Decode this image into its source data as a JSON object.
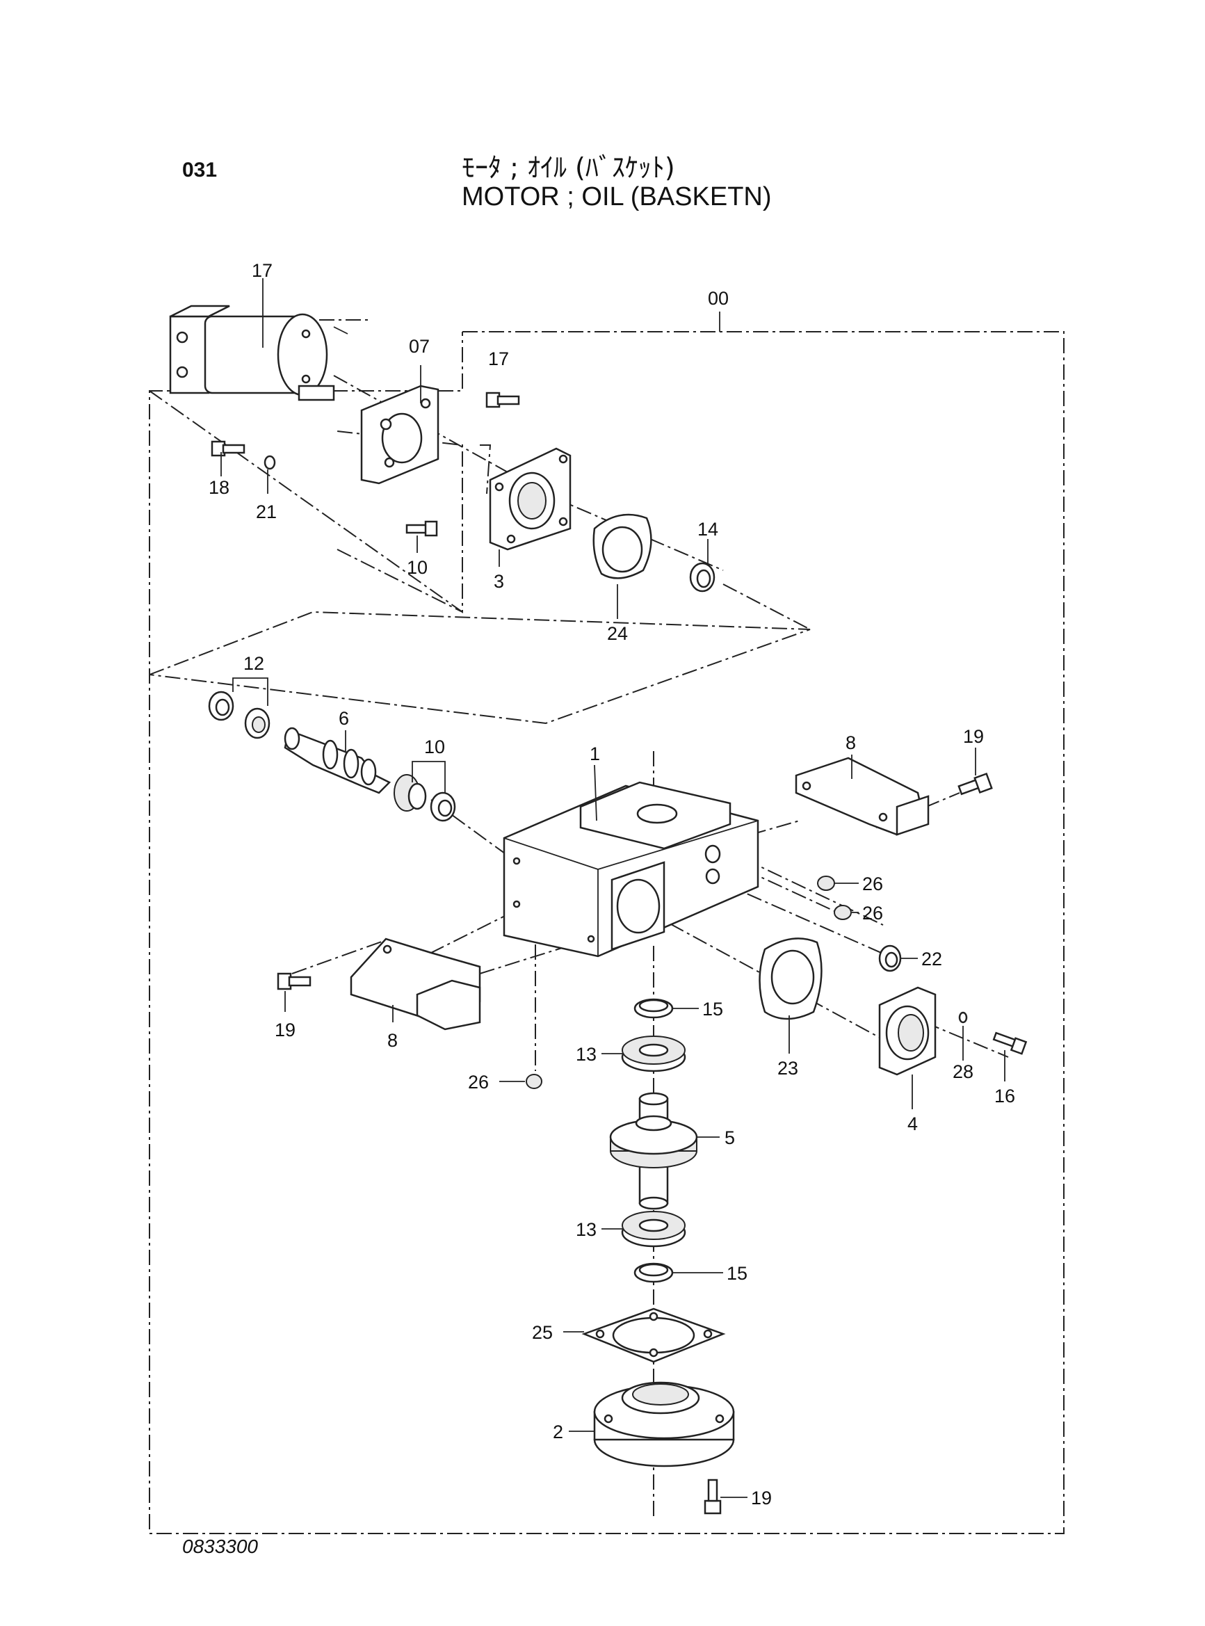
{
  "header": {
    "page_number": "031",
    "title_jp": "ﾓｰﾀ ; ｵｲﾙ (ﾊﾞｽｹｯﾄ)",
    "title_en": "MOTOR ; OIL (BASKETN)"
  },
  "footer": {
    "drawing_number": "0833300"
  },
  "callouts": {
    "c17a": "17",
    "c00": "00",
    "c07": "07",
    "c17b": "17",
    "c18": "18",
    "c21": "21",
    "c10a": "10",
    "c3": "3",
    "c14": "14",
    "c24": "24",
    "c12": "12",
    "c6": "6",
    "c10b": "10",
    "c1": "1",
    "c8a": "8",
    "c19a": "19",
    "c26a": "26",
    "c26b": "26",
    "c22": "22",
    "c19b": "19",
    "c8b": "8",
    "c15a": "15",
    "c13a": "13",
    "c23": "23",
    "c4": "4",
    "c28": "28",
    "c16": "16",
    "c26c": "26",
    "c5": "5",
    "c13b": "13",
    "c15b": "15",
    "c25": "25",
    "c2": "2",
    "c19c": "19"
  }
}
